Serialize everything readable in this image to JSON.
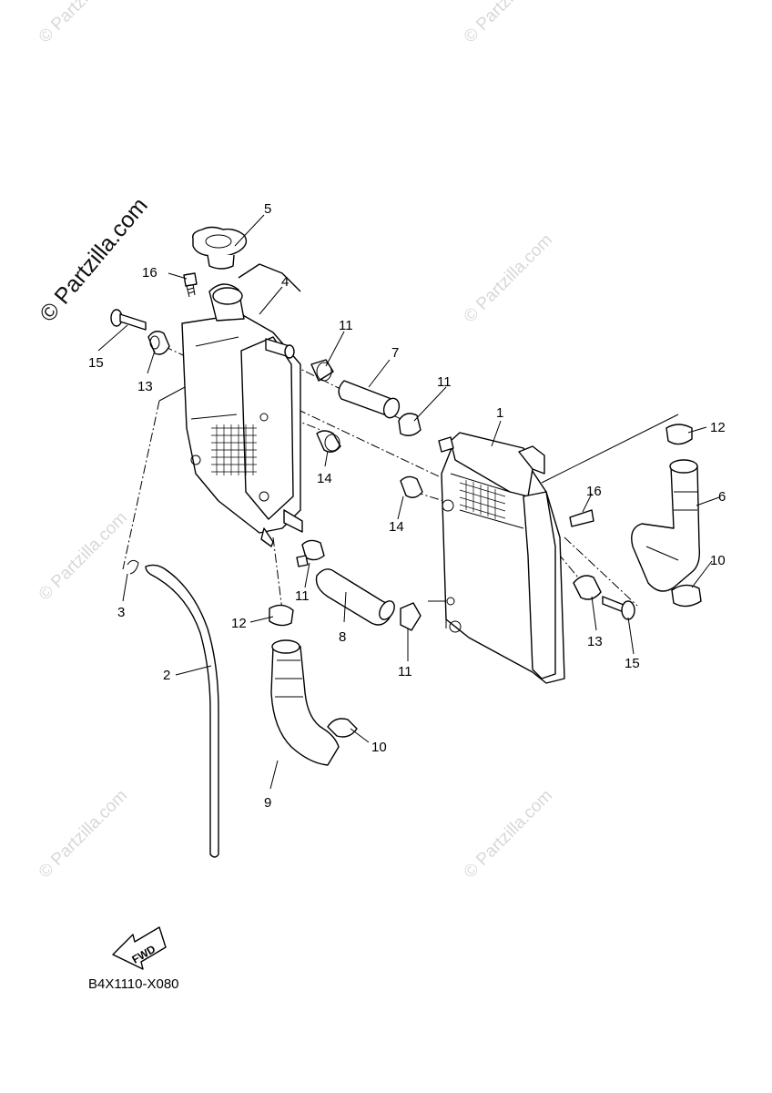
{
  "watermark": {
    "main_text": "© Partzilla.com",
    "repeat_text": "© Partzilla.com",
    "color": "#d8d8d8"
  },
  "diagram": {
    "code": "B4X1110-X080",
    "fwd_label": "FWD"
  },
  "callouts": [
    {
      "id": "c1",
      "label": "1"
    },
    {
      "id": "c2",
      "label": "2"
    },
    {
      "id": "c3",
      "label": "3"
    },
    {
      "id": "c4",
      "label": "4"
    },
    {
      "id": "c5",
      "label": "5"
    },
    {
      "id": "c6",
      "label": "6"
    },
    {
      "id": "c7",
      "label": "7"
    },
    {
      "id": "c8",
      "label": "8"
    },
    {
      "id": "c9",
      "label": "9"
    },
    {
      "id": "c10a",
      "label": "10"
    },
    {
      "id": "c10b",
      "label": "10"
    },
    {
      "id": "c11a",
      "label": "11"
    },
    {
      "id": "c11b",
      "label": "11"
    },
    {
      "id": "c11c",
      "label": "11"
    },
    {
      "id": "c11d",
      "label": "11"
    },
    {
      "id": "c12a",
      "label": "12"
    },
    {
      "id": "c12b",
      "label": "12"
    },
    {
      "id": "c13a",
      "label": "13"
    },
    {
      "id": "c13b",
      "label": "13"
    },
    {
      "id": "c14a",
      "label": "14"
    },
    {
      "id": "c14b",
      "label": "14"
    },
    {
      "id": "c15a",
      "label": "15"
    },
    {
      "id": "c15b",
      "label": "15"
    },
    {
      "id": "c16a",
      "label": "16"
    },
    {
      "id": "c16b",
      "label": "16"
    }
  ]
}
